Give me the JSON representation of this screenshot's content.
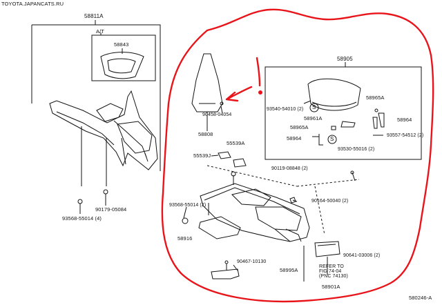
{
  "watermark": "TOYOTA.JAPANCATS.RU",
  "figure_code": "580246-A",
  "labels": {
    "p58811A": "58811A",
    "at": "A/T",
    "p58843": "58843",
    "p93568_left": "93568-55014 (4)",
    "p90179": "90179-05084",
    "p58808": "58808",
    "p90458": "90458-04054",
    "p55539": "55539J",
    "p55539A": "55539A",
    "p58905": "58905",
    "p93540": "93540-54010 (2)",
    "p58965A_right": "58965A",
    "p58961A": "58961A",
    "p58964_right": "58964",
    "p58965A_mid": "58965A",
    "p58964_left": "58964",
    "p93557": "93557-54512 (2)",
    "p93530": "93530-55016 (2)",
    "p90119": "90119-08848 (2)",
    "p90164": "90164-50040 (2)",
    "p93568_center": "93568-55014 (2)",
    "p58916": "58916",
    "p90641": "90641-03006 (2)",
    "p90467": "90467-10130",
    "p58995A": "58995A",
    "refer1": "REFER TO",
    "refer2": "FIG 74-04",
    "refer3": "(PNC 74130)",
    "p58901A": "58901A",
    "s1": "S",
    "s2": "S"
  },
  "colors": {
    "line": "#111111",
    "annotation": "#e8141a"
  }
}
